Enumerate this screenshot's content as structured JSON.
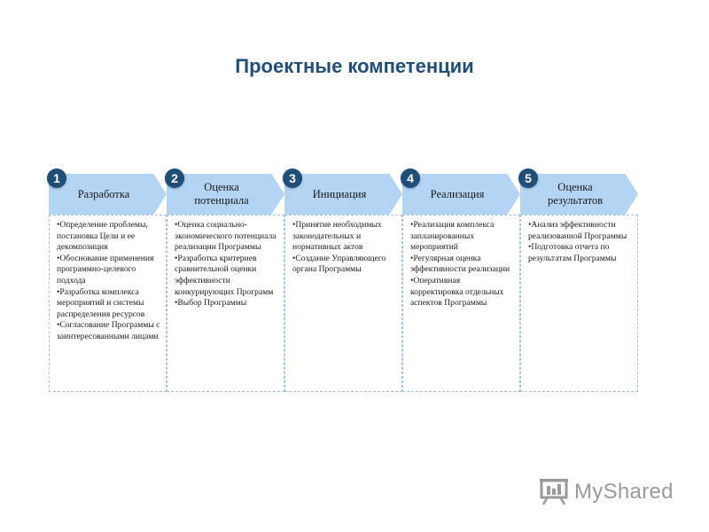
{
  "title": "Проектные компетенции",
  "stages": [
    {
      "number": "1",
      "label": "Разработка",
      "items": [
        "Определение проблемы, постановка Цели и ее декомпозиция",
        "Обоснование применения программно-целевого подхода",
        "Разработка комплекса мероприятий и системы распределения ресурсов",
        "Согласование Программы с заинтересованными лицами"
      ]
    },
    {
      "number": "2",
      "label": "Оценка\nпотенциала",
      "items": [
        "Оценка социально-экономического потенциала реализации Программы",
        "Разработка критериев сравнительной оценки эффективности конкурирующих Программ",
        "Выбор Программы"
      ]
    },
    {
      "number": "3",
      "label": "Инициация",
      "items": [
        "Принятие необходимых законодательных и нормативных актов",
        "Создание Управляющего органа Программы"
      ]
    },
    {
      "number": "4",
      "label": "Реализация",
      "items": [
        "Реализация комплекса запланированных мероприятий",
        "Регулярная оценка эффективности реализации",
        "Оперативная корректировка отдельных аспектов Программы"
      ]
    },
    {
      "number": "5",
      "label": "Оценка\nрезультатов",
      "items": [
        "Анализ эффективности реализованной Программы",
        "Подготовка отчета по результатам Программы"
      ]
    }
  ],
  "logo": {
    "text": "MyShared",
    "icon": "presentation-board-icon"
  },
  "colors": {
    "title": "#1f4e79",
    "arrow": "#b3d4f2",
    "badge": "#1f4e79",
    "box_border": "#9ec3e6"
  }
}
